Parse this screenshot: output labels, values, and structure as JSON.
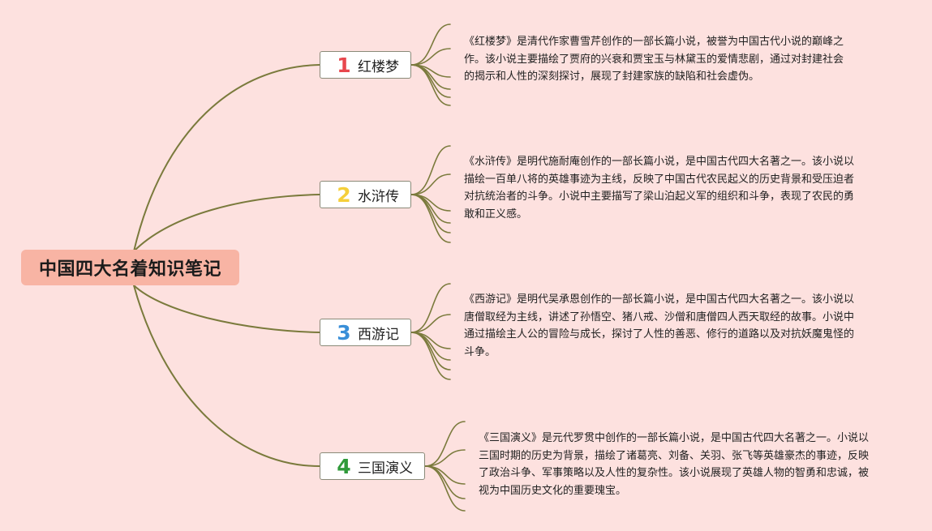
{
  "root": {
    "title": "中国四大名着知识笔记"
  },
  "colors": {
    "background": "#fde1df",
    "root_fill": "#f8b4a4",
    "connector": "#7a7a3c",
    "branch_border": "#8a8a78"
  },
  "branches": [
    {
      "number": "1",
      "number_color": "#e8474d",
      "label": "红楼梦",
      "description": "《红楼梦》是清代作家曹雪芹创作的一部长篇小说，被誉为中国古代小说的巅峰之作。该小说主要描绘了贾府的兴衰和贾宝玉与林黛玉的爱情悲剧，通过对封建社会的揭示和人性的深刻探讨，展现了封建家族的缺陷和社会虚伪。"
    },
    {
      "number": "2",
      "number_color": "#f5cf3a",
      "label": "水浒传",
      "description": "《水浒传》是明代施耐庵创作的一部长篇小说，是中国古代四大名著之一。该小说以描绘一百单八将的英雄事迹为主线，反映了中国古代农民起义的历史背景和受压迫者对抗统治者的斗争。小说中主要描写了梁山泊起义军的组织和斗争，表现了农民的勇敢和正义感。"
    },
    {
      "number": "3",
      "number_color": "#3a8fd8",
      "label": "西游记",
      "description": "《西游记》是明代吴承恩创作的一部长篇小说，是中国古代四大名著之一。该小说以唐僧取经为主线，讲述了孙悟空、猪八戒、沙僧和唐僧四人西天取经的故事。小说中通过描绘主人公的冒险与成长，探讨了人性的善恶、修行的道路以及对抗妖魔鬼怪的斗争。"
    },
    {
      "number": "4",
      "number_color": "#2f9a3a",
      "label": "三国演义",
      "description": "《三国演义》是元代罗贯中创作的一部长篇小说，是中国古代四大名著之一。小说以三国时期的历史为背景，描绘了诸葛亮、刘备、关羽、张飞等英雄豪杰的事迹，反映了政治斗争、军事策略以及人性的复杂性。该小说展现了英雄人物的智勇和忠诚，被视为中国历史文化的重要瑰宝。"
    }
  ]
}
